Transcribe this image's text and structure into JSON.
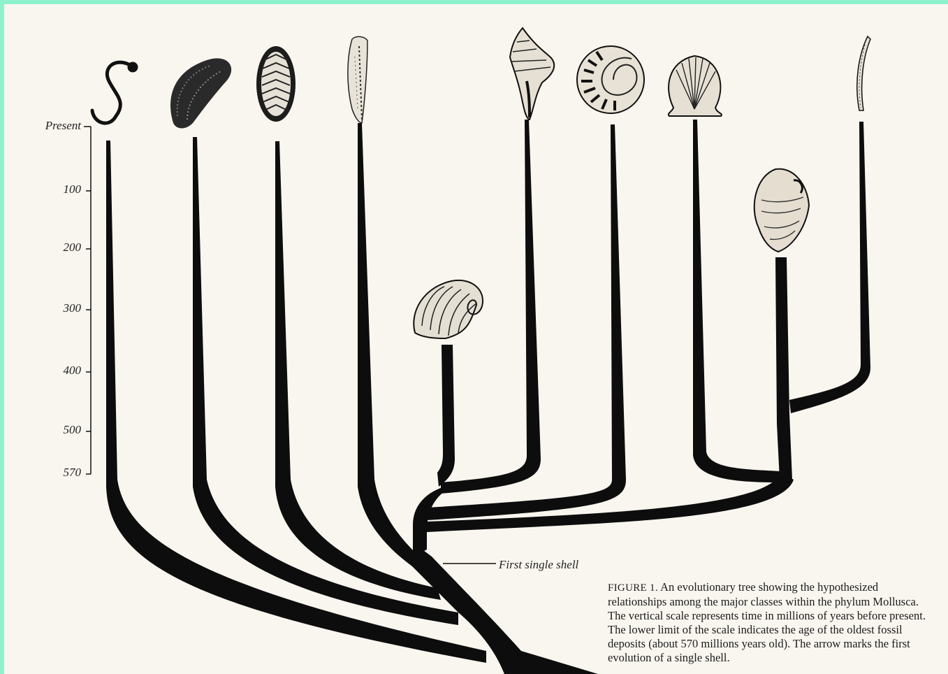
{
  "scale": {
    "ticks": [
      {
        "value": "0",
        "label": "Present"
      },
      {
        "value": "100",
        "label": "100"
      },
      {
        "value": "200",
        "label": "200"
      },
      {
        "value": "300",
        "label": "300"
      },
      {
        "value": "400",
        "label": "400"
      },
      {
        "value": "500",
        "label": "500"
      },
      {
        "value": "570",
        "label": "570"
      }
    ]
  },
  "annotation": {
    "first_shell": "First single shell"
  },
  "caption": {
    "figure_label": "FIGURE 1.",
    "text": "An evolutionary tree showing the hypothesized relationships among the major classes within the phylum Mollusca. The vertical scale represents time in millions of years before present. The lower limit of the scale indicates the age of the oldest fossil deposits (about 570 millions years old). The arrow marks the first evolution of a single shell."
  },
  "icons": [
    "s-shaped-worm-mollusc-icon",
    "fuzzy-slug-mollusc-icon",
    "chiton-icon",
    "tusk-shell-icon",
    "coiled-fossil-shell-icon",
    "whelk-snail-icon",
    "nautilus-icon",
    "scallop-icon",
    "clam-shell-icon",
    "thin-curved-shell-icon"
  ],
  "colors": {
    "background_border": "#8ff2cf",
    "paper": "#f9f6ef",
    "ink": "#0d0d0d"
  }
}
